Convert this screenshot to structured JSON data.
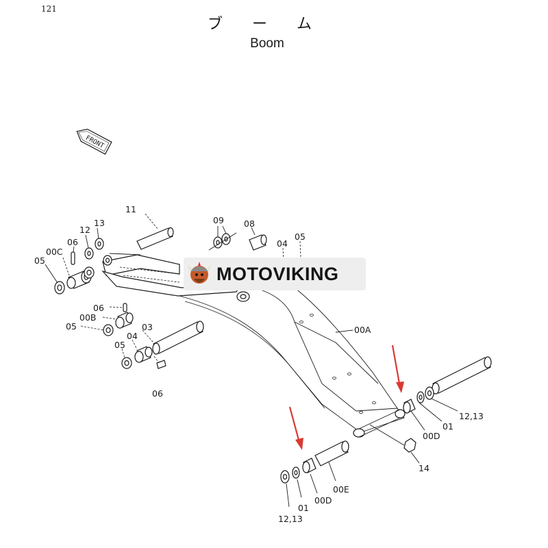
{
  "page": {
    "number": "121"
  },
  "header": {
    "title_jp": "ブ ー ム",
    "title_en": "Boom"
  },
  "front_tag": "FRONT",
  "brand": {
    "name": "MOTOVIKING",
    "accent": "#e03030"
  },
  "arrows": {
    "color": "#d83a34"
  },
  "labels": {
    "p11": "11",
    "p13": "13",
    "p12": "12",
    "p06a": "06",
    "p00C": "00C",
    "p05a": "05",
    "p09": "09",
    "p08": "08",
    "p04a": "04",
    "p05b": "05",
    "p06b": "06",
    "p00B": "00B",
    "p05c": "05",
    "p03": "03",
    "p04b": "04",
    "p05d": "05",
    "p06c": "06",
    "p00A": "00A",
    "p12_13a": "12,13",
    "p01a": "01",
    "p00Da": "00D",
    "p14": "14",
    "p00E": "00E",
    "p00Db": "00D",
    "p01b": "01",
    "p12_13b": "12,13"
  }
}
